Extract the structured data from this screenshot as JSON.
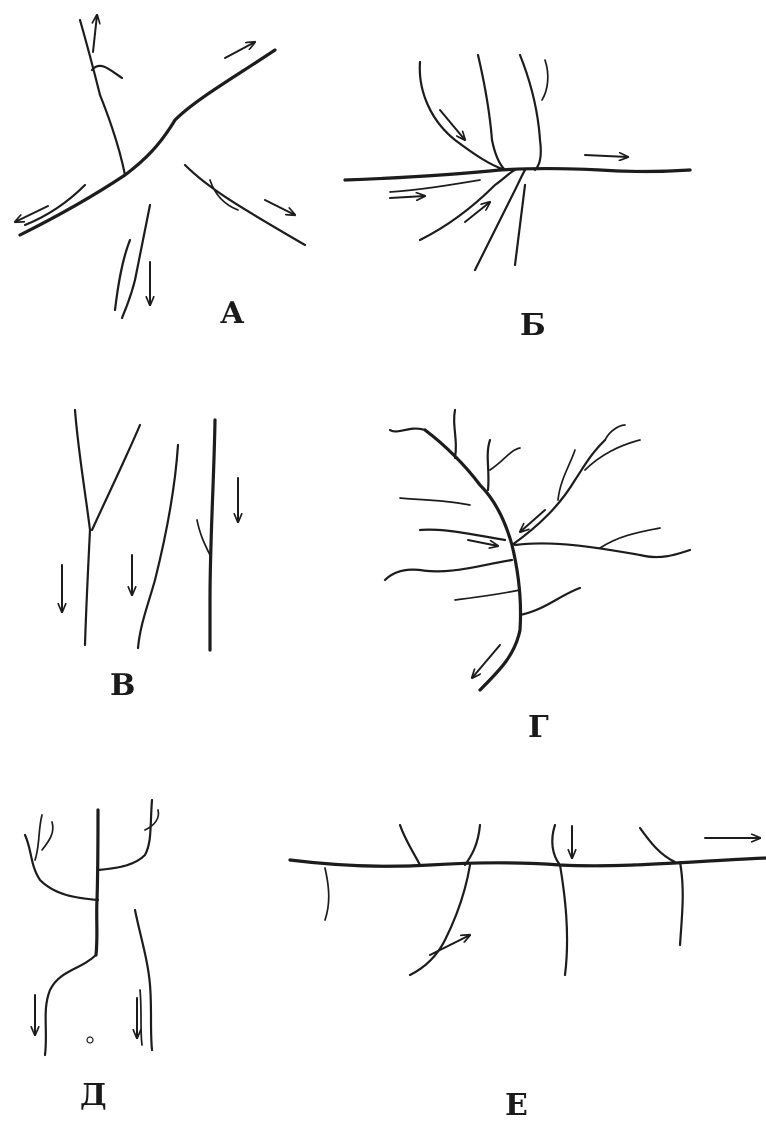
{
  "panels": [
    {
      "id": "radial",
      "label": "А"
    },
    {
      "id": "centripetal",
      "label": "Б"
    },
    {
      "id": "parallel",
      "label": "В"
    },
    {
      "id": "dendritic",
      "label": "Г"
    },
    {
      "id": "branching-parallel",
      "label": "Д"
    },
    {
      "id": "trellis",
      "label": "Е"
    }
  ],
  "colors": {
    "ink": "#1c1c1c",
    "background": "#ffffff"
  }
}
